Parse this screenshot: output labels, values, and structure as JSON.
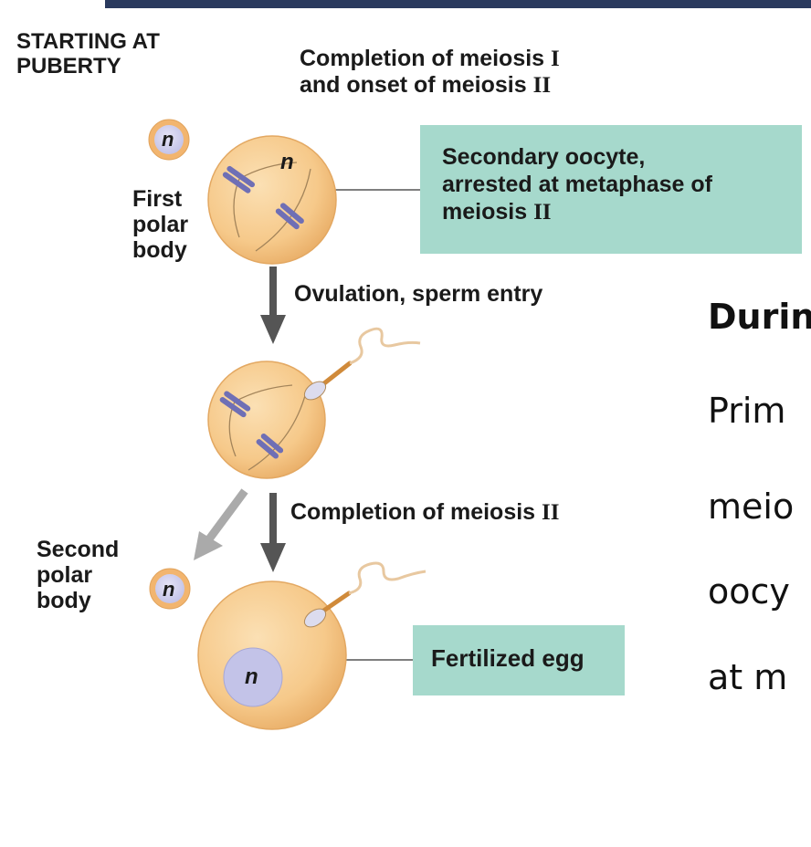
{
  "header": {
    "starting_line1": "STARTING AT",
    "starting_line2": "PUBERTY"
  },
  "steps": {
    "completion_mi_line1": "Completion of meiosis",
    "completion_mi_numeral": "I",
    "completion_mi_line2": "and onset of meiosis",
    "completion_mi_numeral2": "II",
    "ovulation": "Ovulation, sperm entry",
    "completion_mii": "Completion of meiosis",
    "completion_mii_numeral": "II"
  },
  "labels": {
    "first_polar_1": "First",
    "first_polar_2": "polar",
    "first_polar_3": "body",
    "second_polar_1": "Second",
    "second_polar_2": "polar",
    "second_polar_3": "body",
    "ploidy": "n"
  },
  "boxes": {
    "secondary_1": "Secondary oocyte,",
    "secondary_2": "arrested at metaphase of",
    "secondary_3": "meiosis",
    "secondary_numeral": "II",
    "fertilized": "Fertilized egg"
  },
  "side_text": {
    "line1": "Durin",
    "line2": "Prim",
    "line3": "meio",
    "line4": "oocy",
    "line5": "at m"
  },
  "colors": {
    "cell_fill": "#f6c98a",
    "box_fill": "#a6d9cc",
    "nucleus": "#c3c3e8",
    "arrow_dark": "#555555",
    "arrow_light": "#aaaaaa"
  }
}
